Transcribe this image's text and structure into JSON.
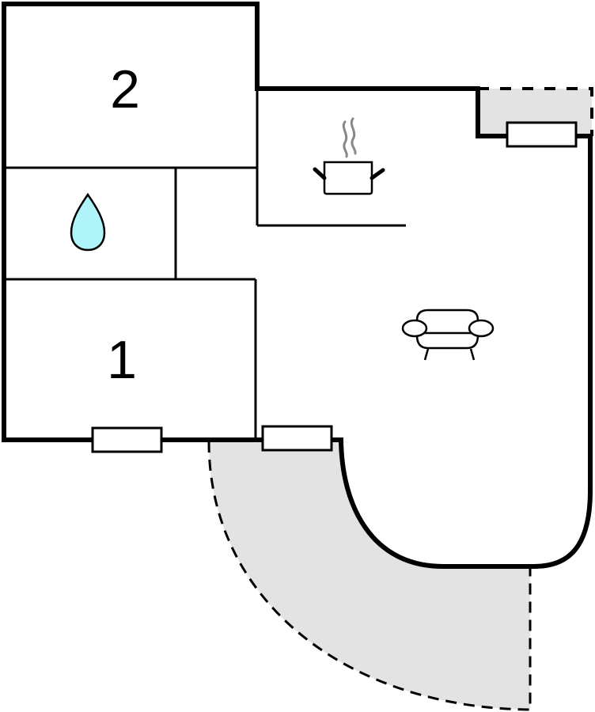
{
  "floor_plan": {
    "rooms": [
      {
        "id": "bedroom-2",
        "label": "2"
      },
      {
        "id": "bedroom-1",
        "label": "1"
      }
    ],
    "icons": {
      "bathroom": "water-drop-icon",
      "kitchen": "cooking-pot-icon",
      "living": "armchair-icon"
    },
    "colors": {
      "wall": "#000000",
      "terrace_fill": "#e3e3e3",
      "water_drop": "#aef4f9",
      "steam": "#888888",
      "background": "#ffffff"
    }
  }
}
